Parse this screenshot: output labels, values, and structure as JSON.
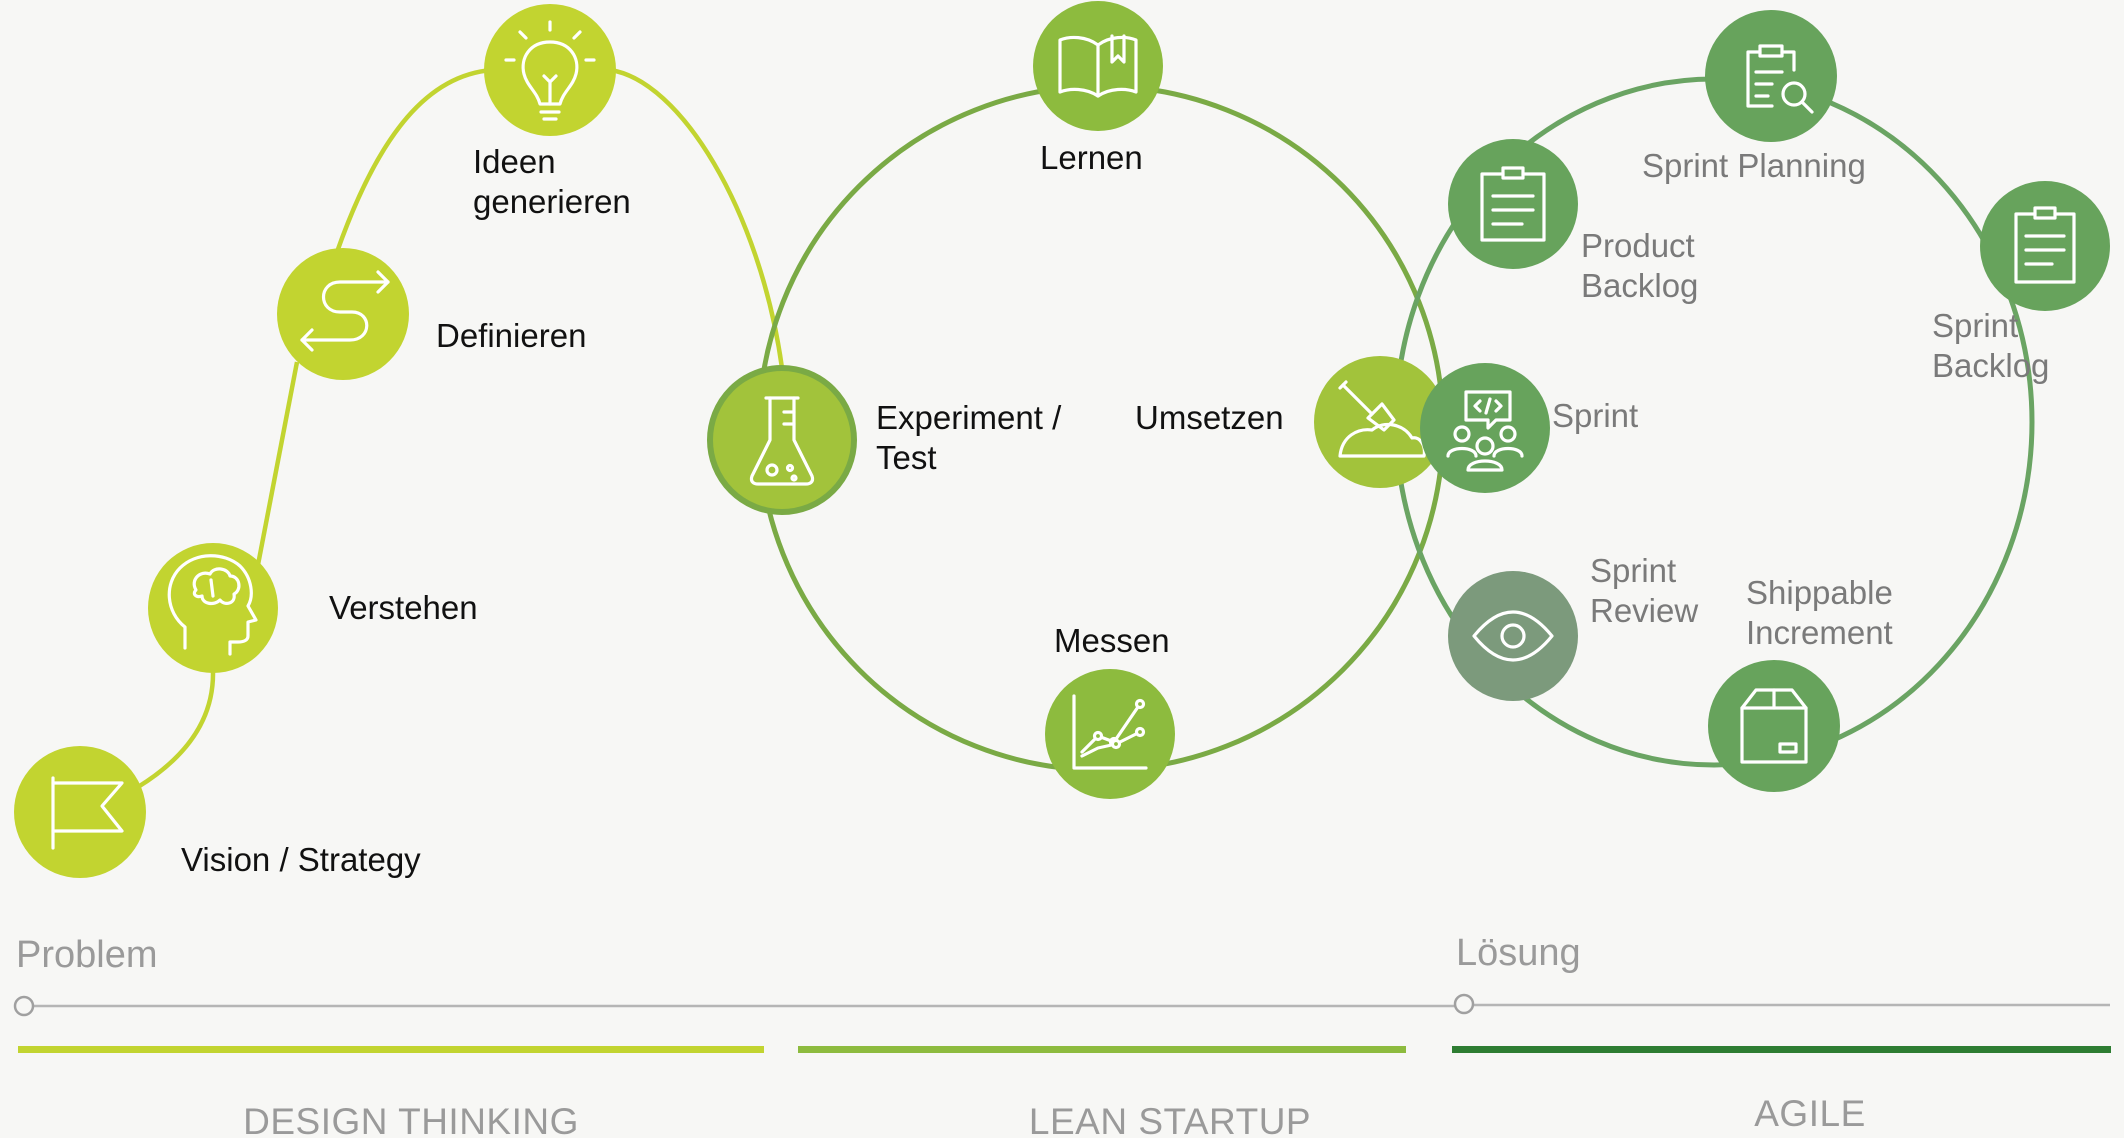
{
  "colors": {
    "design_thinking": "#c2d430",
    "lean_startup": "#8dbb3e",
    "lean_line": "#7aaa45",
    "agile": "#67a35c",
    "agile_line": "#6aa463",
    "review_grey": "#7c9a7c",
    "bar_dark": "#2e7d32",
    "axis": "#b5b5b5",
    "background": "#f7f7f5"
  },
  "design_thinking": {
    "steps": [
      {
        "label": "Vision / Strategy",
        "icon": "flag-icon"
      },
      {
        "label": "Verstehen",
        "icon": "head-brain-icon"
      },
      {
        "label": "Definieren",
        "icon": "path-arrows-icon"
      },
      {
        "label1": "Ideen",
        "label2": "generieren",
        "icon": "lightbulb-icon"
      }
    ]
  },
  "lean_startup": {
    "nodes": [
      {
        "label": "Lernen",
        "icon": "book-icon"
      },
      {
        "label1": "Experiment /",
        "label2": "Test",
        "icon": "flask-icon"
      },
      {
        "label": "Umsetzen",
        "icon": "shovel-icon"
      },
      {
        "label": "Messen",
        "icon": "line-chart-icon"
      }
    ]
  },
  "agile": {
    "nodes": [
      {
        "label": "Sprint Planning",
        "icon": "clipboard-search-icon"
      },
      {
        "label1": "Product",
        "label2": "Backlog",
        "icon": "clipboard-icon"
      },
      {
        "label1": "Sprint",
        "label2": "Backlog",
        "icon": "clipboard-icon"
      },
      {
        "label": "Sprint",
        "icon": "team-code-icon"
      },
      {
        "label1": "Sprint",
        "label2": "Review",
        "icon": "eye-icon"
      },
      {
        "label1": "Shippable",
        "label2": "Increment",
        "icon": "box-icon"
      }
    ]
  },
  "axis": {
    "start_label": "Problem",
    "end_label": "Lösung"
  },
  "sections": {
    "design_thinking": "DESIGN THINKING",
    "lean_startup": "LEAN STARTUP",
    "agile": "AGILE"
  }
}
